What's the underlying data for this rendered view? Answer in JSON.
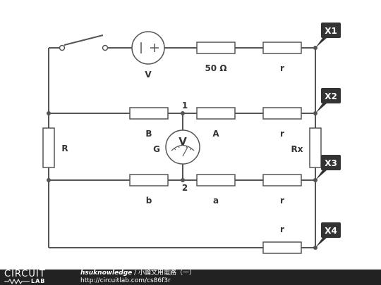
{
  "circuit": {
    "labels": {
      "voltmeter": "V",
      "resistor_50": "50 Ω",
      "r_top": "r",
      "r_x2": "r",
      "r_x3": "r",
      "r_x4": "r",
      "R": "R",
      "B": "B",
      "A": "A",
      "G": "G",
      "galv_symbol": "V",
      "Rx": "Rx",
      "b": "b",
      "a": "a",
      "node1": "1",
      "node2": "2"
    },
    "terminals": [
      "X1",
      "X2",
      "X3",
      "X4"
    ],
    "colors": {
      "wire": "#555555",
      "terminal_tag": "#333333",
      "footer_bg": "#222222"
    }
  },
  "footer": {
    "logo_top": "CIRCUIT",
    "logo_bottom": "LAB",
    "user": "hsuknowledge",
    "separator": " / ",
    "title": "小論文用電路（一）",
    "url": "http://circuitlab.com/cs86f3r"
  }
}
